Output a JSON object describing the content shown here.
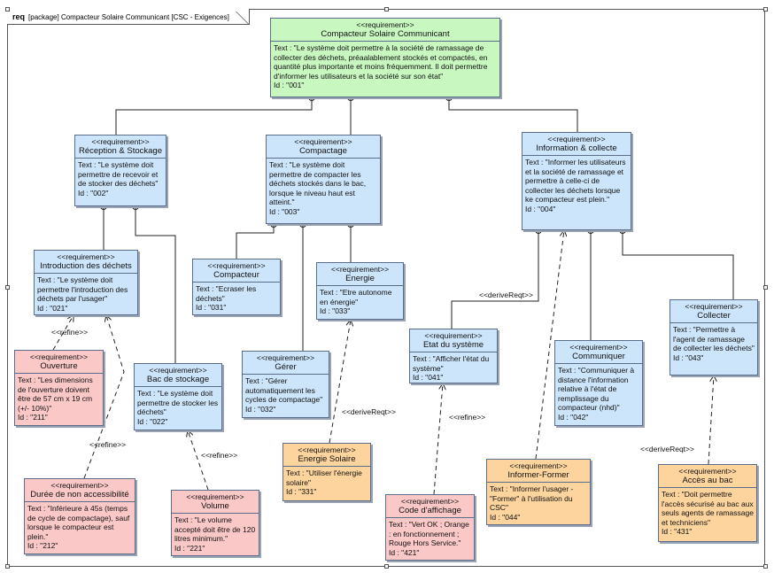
{
  "diagram": {
    "kind": "req",
    "package_label": "[package]",
    "title": "Compacteur Solaire Communicant  [CSC - Exigences]"
  },
  "stereotype": "<<requirement>>",
  "relations": {
    "derive": "<<deriveReqt>>",
    "refine": "<<refine>>"
  },
  "requirements": {
    "r001": {
      "name": "Compacteur Solaire Communicant",
      "text": "Text : \"Le système doit permettre à la société de ramassage de collecter des déchets, préaalablement stockés et compactés, en quantité plus importante et moins fréquemment. Il doit permettre d'informer les utilisateurs et la société sur son état\"",
      "id": "Id : \"001\""
    },
    "r002": {
      "name": "Réception & Stockage",
      "text": "Text : \"Le système doit permettre de recevoir et de stocker des déchets\"",
      "id": "Id : \"002\""
    },
    "r003": {
      "name": "Compactage",
      "text": "Text : \"Le système doit permettre de compacter les déchets stockés dans le bac, lorsque le niveau haut est atteint.\"",
      "id": "Id : \"003\""
    },
    "r004": {
      "name": "Information & collecte",
      "text": "Text : \"Informer les utilisateurs et la société de ramassage et permettre à celle-ci de collecter les déchets lorsque ke compacteur est plein.\"",
      "id": "Id : \"004\""
    },
    "r021": {
      "name": "Introduction des déchets",
      "text": "Text : \"Le système doit permettre l'introduction des déchets par l'usager\"",
      "id": "Id : \"021\""
    },
    "r022": {
      "name": "Bac de stockage",
      "text": "Text : \"Le système doit permettre de stocker les déchets\"",
      "id": "Id : \"022\""
    },
    "r031": {
      "name": "Compacteur",
      "text": "Text : \"Ecraser les déchets\"",
      "id": "Id : \"031\""
    },
    "r032": {
      "name": "Gérer",
      "text": "Text : \"Gérer automatiquement les cycles de compactage\"",
      "id": "Id : \"032\""
    },
    "r033": {
      "name": "Energie",
      "text": "Text : \"Etre autonome en énergie\"",
      "id": "Id : \"033\""
    },
    "r041": {
      "name": "Etat du système",
      "text": "Text : \"Afficher l'état du système\"",
      "id": "Id : \"041\""
    },
    "r042": {
      "name": "Communiquer",
      "text": "Text : \"Communiquer à distance l'information relative à l'état de remplissage du compacteur (nhd)\"",
      "id": "Id : \"042\""
    },
    "r043": {
      "name": "Collecter",
      "text": "Text : \"Permettre à l'agent de ramassage de collecter les déchets\"",
      "id": "Id : \"043\""
    },
    "r211": {
      "name": "Ouverture",
      "text": "Text : \"Les dimensions de l'ouverture doivent être de 57 cm x 19 cm (+/- 10%)\"",
      "id": "Id : \"211\""
    },
    "r212": {
      "name": "Durée de non accessibilité",
      "text": "Text : \"Inférieure à 45s (temps de cycle de compactage), sauf lorsque le compacteur est plein.\"",
      "id": "Id : \"212\""
    },
    "r221": {
      "name": "Volume",
      "text": "Text : \"Le volume accepté doit être de 120 litres minimum.\"",
      "id": "Id : \"221\""
    },
    "r331": {
      "name": "Energie Solaire",
      "text": "Text : \"Utiliser l'énergie solaire\"",
      "id": "Id : \"331\""
    },
    "r421": {
      "name": "Code d'affichage",
      "text": "Text : \"Vert OK ; Orange : en fonctionnement ; Rouge Hors Service.\"",
      "id": "Id : \"421\""
    },
    "r044": {
      "name": "Informer-Former",
      "text": "Text : \"Informer l'usager - \"Former\" à l'utilisation du CSC\"",
      "id": "Id : \"044\""
    },
    "r431": {
      "name": "Accès au bac",
      "text": "Text : \"Doit permettre l'accès sécurisé au bac aux seuls agents de ramassage et techniciens\"",
      "id": "Id : \"431\""
    }
  }
}
